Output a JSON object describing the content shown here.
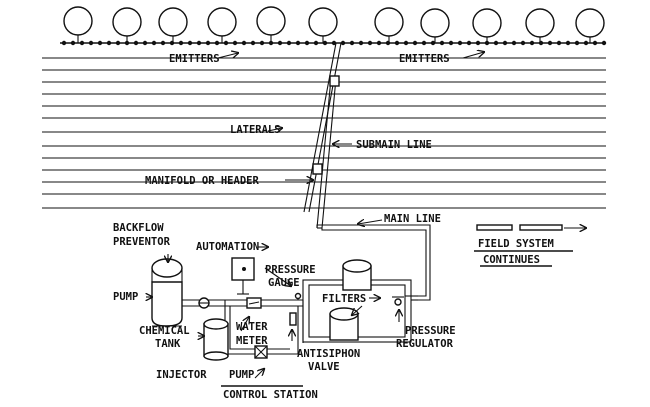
{
  "labels": {
    "emitters_left": "EMITTERS",
    "emitters_right": "EMITTERS",
    "laterals": "LATERALS",
    "submain": "SUBMAIN LINE",
    "manifold": "MANIFOLD OR HEADER",
    "main_line": "MAIN LINE",
    "field_system_1": "FIELD SYSTEM",
    "field_system_2": "CONTINUES",
    "backflow_1": "BACKFLOW",
    "backflow_2": "PREVENTOR",
    "automation": "AUTOMATION",
    "pressure_gauge_1": "PRESSURE",
    "pressure_gauge_2": "GAUGE",
    "pump_left": "PUMP",
    "filters": "FILTERS",
    "chemical_tank_1": "CHEMICAL",
    "chemical_tank_2": "TANK",
    "water_meter_1": "WATER",
    "water_meter_2": "METER",
    "pressure_regulator_1": "PRESSURE",
    "pressure_regulator_2": "REGULATOR",
    "injector": "INJECTOR",
    "pump_bottom": "PUMP",
    "antisiphon_1": "ANTISIPHON",
    "antisiphon_2": "VALVE",
    "control_station": "CONTROL STATION"
  }
}
